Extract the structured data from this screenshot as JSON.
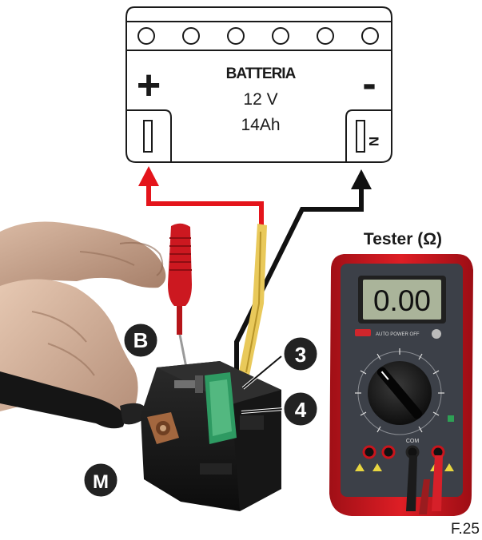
{
  "battery": {
    "name": "BATTERIA",
    "voltage": "12  V",
    "capacity": "14Ah",
    "plus_symbol": "+",
    "minus_symbol": "-",
    "negative_terminal_mark": "N"
  },
  "tester": {
    "title": "Tester (Ω)",
    "display_value": "0.00",
    "power_label": "AUTO POWER OFF",
    "com_label": "COM"
  },
  "callouts": {
    "b": "B",
    "three": "3",
    "four": "4",
    "m": "M"
  },
  "figure_code": "F.25",
  "colors": {
    "red_lead": "#e4141b",
    "black_lead": "#111111",
    "tester_body": "#c8141c",
    "tester_face": "#3c4048",
    "lcd": "#aab49a",
    "fuse": "#2e9a62",
    "relay": "#1a1a1a"
  }
}
